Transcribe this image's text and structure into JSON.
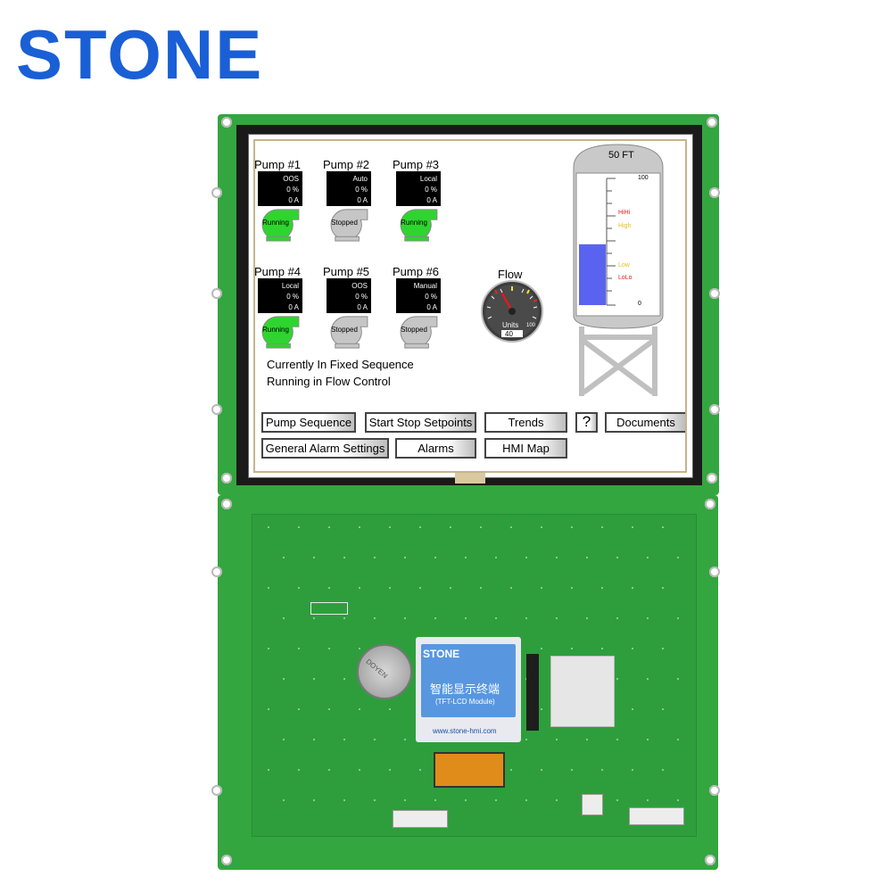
{
  "brand": "STONE",
  "pumps": [
    {
      "title": "Pump #1",
      "mode": "OOS",
      "pct": "0 %",
      "amps": "0 A",
      "state": "Running",
      "color": "#2fd52f"
    },
    {
      "title": "Pump #2",
      "mode": "Auto",
      "pct": "0 %",
      "amps": "0 A",
      "state": "Stopped",
      "color": "#c6c6c6"
    },
    {
      "title": "Pump #3",
      "mode": "Local",
      "pct": "0 %",
      "amps": "0 A",
      "state": "Running",
      "color": "#2fd52f"
    },
    {
      "title": "Pump #4",
      "mode": "Local",
      "pct": "0 %",
      "amps": "0 A",
      "state": "Running",
      "color": "#2fd52f"
    },
    {
      "title": "Pump #5",
      "mode": "OOS",
      "pct": "0 %",
      "amps": "0 A",
      "state": "Stopped",
      "color": "#c6c6c6"
    },
    {
      "title": "Pump #6",
      "mode": "Manual",
      "pct": "0 %",
      "amps": "0 A",
      "state": "Stopped",
      "color": "#c6c6c6"
    }
  ],
  "status": {
    "line1": "Currently In Fixed Sequence",
    "line2": "Running in Flow Control"
  },
  "gauge": {
    "title": "Flow",
    "units": "Units",
    "value": "40",
    "max": "100"
  },
  "tank": {
    "title": "50 FT",
    "top": "100",
    "bottom": "0",
    "hihi": "HiHi",
    "high": "High",
    "low": "Low",
    "lolo": "LoLo",
    "level_fraction": 0.48,
    "fill_color": "#5a63f0"
  },
  "buttons": {
    "pump_sequence": "Pump Sequence",
    "start_stop": "Start Stop Setpoints",
    "trends": "Trends",
    "help": "?",
    "documents": "Documents",
    "general_alarm": "General Alarm Settings",
    "alarms": "Alarms",
    "hmi_map": "HMI Map"
  },
  "module_label": {
    "brand": "STONE",
    "cn": "智能显示终端",
    "module": "(TFT-LCD Module)",
    "url": "www.stone-hmi.com"
  },
  "battery": {
    "text": "DOYEN"
  }
}
